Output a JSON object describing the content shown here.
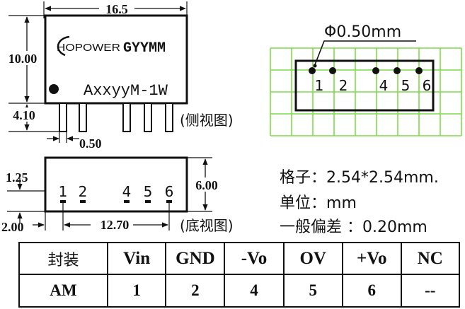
{
  "side_view": {
    "dim_width": "16.5",
    "dim_height": "10.00",
    "dim_pin_length": "4.10",
    "dim_pin_thickness": "0.50",
    "logo_text": "HOPOWER",
    "date_code": "GYYMM",
    "part_number": "AxxyyM-1W",
    "caption": "(侧视图)"
  },
  "bottom_view": {
    "dim_pin_width": "1.25",
    "dim_body_height": "6.00",
    "dim_offset": "2.00",
    "dim_pitch_span": "12.70",
    "pins": [
      "1",
      "2",
      "4",
      "5",
      "6"
    ],
    "caption": "(底视图)"
  },
  "footprint": {
    "hole_diameter": "Φ0.50mm",
    "pins": [
      "1",
      "2",
      "4",
      "5",
      "6"
    ],
    "grid_color": "#7ddc4a"
  },
  "specs": {
    "grid_label": "格子：",
    "grid_value": "2.54*2.54mm.",
    "unit_label": "单位：",
    "unit_value": "mm",
    "tolerance_label": "一般偏差",
    "tolerance_value": "：0.20mm"
  },
  "pin_table": {
    "headers": [
      "封装",
      "Vin",
      "GND",
      "-Vo",
      "OV",
      "+Vo",
      "NC"
    ],
    "rows": [
      [
        "AM",
        "1",
        "2",
        "4",
        "5",
        "6",
        "--"
      ]
    ]
  }
}
